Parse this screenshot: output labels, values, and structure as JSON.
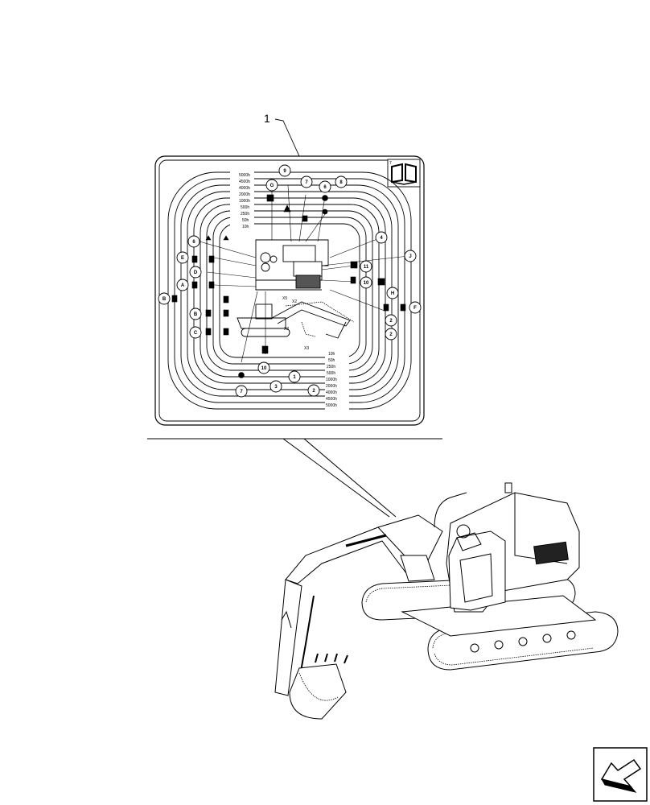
{
  "diagram": {
    "item_number": "1",
    "interval_labels_top": [
      "5000h",
      "4500h",
      "4000h",
      "2000h",
      "1000h",
      "500h",
      "250h",
      "50h",
      "10h"
    ],
    "interval_labels_bottom": [
      "10h",
      "50h",
      "250h",
      "500h",
      "1000h",
      "2000h",
      "4000h",
      "4500h",
      "5000h"
    ],
    "top_callouts": [
      "9",
      "G",
      "7",
      "6",
      "8"
    ],
    "left_callouts": [
      "6",
      "E",
      "D",
      "A",
      "B",
      "B",
      "C"
    ],
    "right_callouts": [
      "4",
      "J",
      "11",
      "10",
      "H",
      "F",
      "2",
      "2"
    ],
    "bottom_callouts": [
      "10",
      "7",
      "3",
      "1",
      "2"
    ],
    "machine_markers": [
      "X5",
      "X2",
      "X2",
      "X3"
    ],
    "book_page_mark": "7"
  }
}
